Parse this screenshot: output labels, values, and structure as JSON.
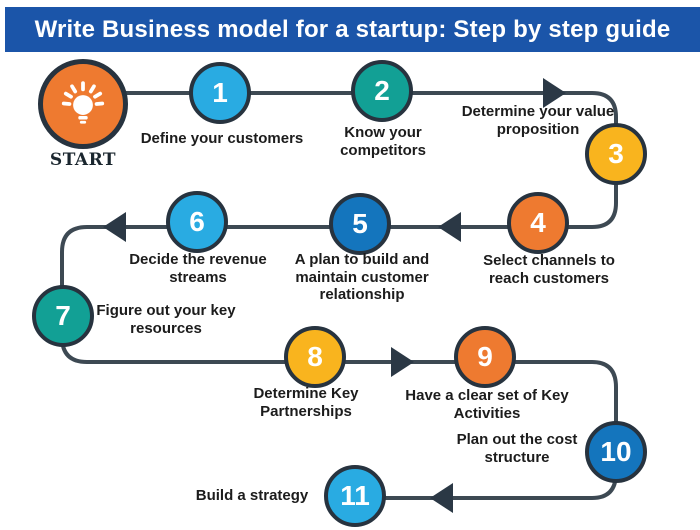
{
  "header": {
    "title": "Write Business model for a startup: Step by step guide"
  },
  "colors": {
    "banner_bg": "#1B55A9",
    "banner_text": "#FFFFFF",
    "path_line": "#3D4953",
    "arrow": "#2B3845",
    "circle_ring": "#27333F",
    "label_text": "#1C1C1C",
    "light_blue": "#29ABE2",
    "teal": "#12A095",
    "yellow": "#F9B41E",
    "orange": "#EE7A30",
    "blue": "#1475BD"
  },
  "start": {
    "label": "START",
    "color": "#EE7A30",
    "icon": "lightbulb-icon"
  },
  "steps": [
    {
      "num": "1",
      "label": "Define your customers",
      "color": "#29ABE2"
    },
    {
      "num": "2",
      "label": "Know your competitors",
      "color": "#12A095"
    },
    {
      "num": "3",
      "label": "Determine your value proposition",
      "color": "#F9B41E"
    },
    {
      "num": "4",
      "label": "Select channels to reach customers",
      "color": "#EE7A30"
    },
    {
      "num": "5",
      "label": "A plan to build and maintain customer relationship",
      "color": "#1475BD"
    },
    {
      "num": "6",
      "label": "Decide the revenue streams",
      "color": "#29ABE2"
    },
    {
      "num": "7",
      "label": "Figure out your key resources",
      "color": "#12A095"
    },
    {
      "num": "8",
      "label": "Determine Key Partnerships",
      "color": "#F9B41E"
    },
    {
      "num": "9",
      "label": "Have a clear set of Key Activities",
      "color": "#EE7A30"
    },
    {
      "num": "10",
      "label": "Plan out the cost structure",
      "color": "#1475BD"
    },
    {
      "num": "11",
      "label": "Build a strategy",
      "color": "#29ABE2"
    }
  ]
}
